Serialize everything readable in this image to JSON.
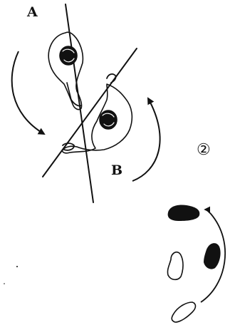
{
  "labels": {
    "a": "A",
    "b": "B",
    "step": "②"
  },
  "colors": {
    "ink": "#111111",
    "background": "#ffffff"
  }
}
